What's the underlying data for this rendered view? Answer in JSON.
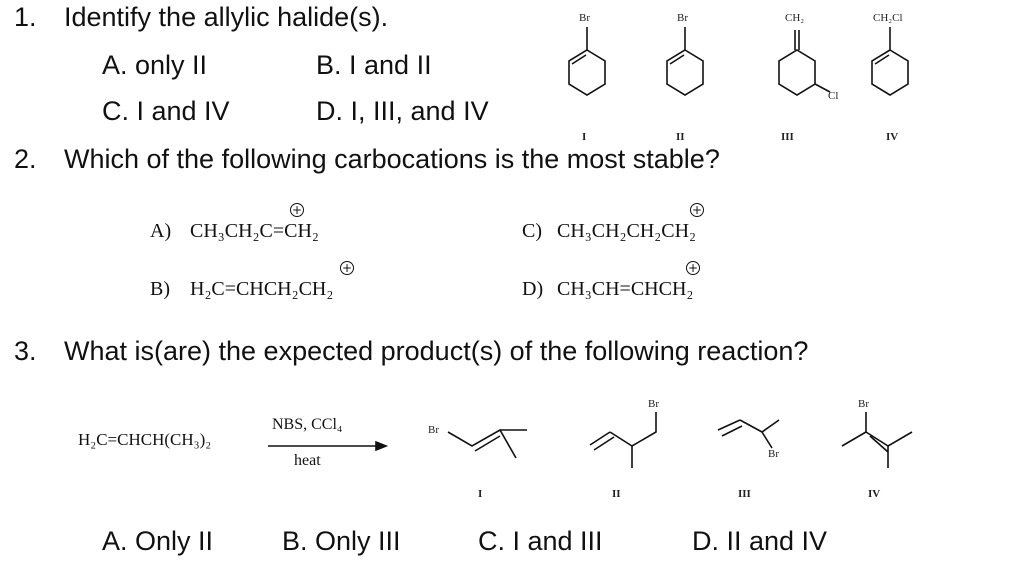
{
  "q1": {
    "number": "1.",
    "text": "Identify the allylic halide(s).",
    "options": [
      "A. only II",
      "B. I and II",
      "C. I and IV",
      "D. I, III, and IV"
    ],
    "structures": [
      {
        "label": "I",
        "sub_top": "Br"
      },
      {
        "label": "II",
        "sub_top": "Br"
      },
      {
        "label": "III",
        "sub_top": "CH₂",
        "sub_side": "Cl"
      },
      {
        "label": "IV",
        "sub_top": "CH₂Cl"
      }
    ]
  },
  "q2": {
    "number": "2.",
    "text": "Which of the following carbocations is the most stable?",
    "options": [
      {
        "letter": "A)",
        "formula": "CH₃CH₂C=CH₂"
      },
      {
        "letter": "B)",
        "formula": "H₂C=CHCH₂CH₂"
      },
      {
        "letter": "C)",
        "formula": "CH₃CH₂CH₂CH₂"
      },
      {
        "letter": "D)",
        "formula": "CH₃CH=CHCH₂"
      }
    ],
    "charge_symbol": "+"
  },
  "q3": {
    "number": "3.",
    "text": "What is(are) the expected product(s) of the following reaction?",
    "reactant": "H₂C=CHCH(CH₃)₂",
    "reagent": "NBS, CCl₄",
    "condition": "heat",
    "products": [
      {
        "label": "I",
        "sub": "Br"
      },
      {
        "label": "II",
        "sub": "Br"
      },
      {
        "label": "III",
        "sub": "Br"
      },
      {
        "label": "IV",
        "sub": "Br"
      }
    ],
    "options": [
      "A. Only II",
      "B. Only III",
      "C. I and III",
      "D. II and IV"
    ]
  }
}
